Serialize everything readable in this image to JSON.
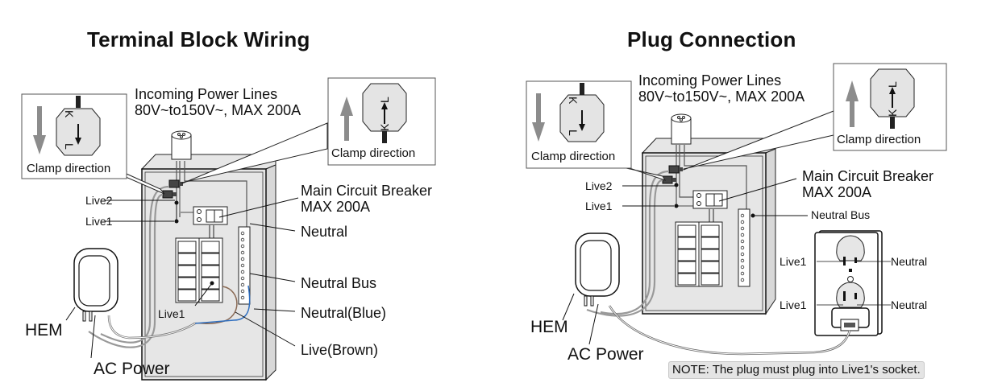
{
  "panels": {
    "terminal": {
      "title": "Terminal Block Wiring",
      "incoming_line1": "Incoming Power Lines",
      "incoming_line2": "80V~to150V~,  MAX 200A",
      "clamp_left_label": "Clamp direction",
      "clamp_right_label": "Clamp direction",
      "live2": "Live2",
      "live1": "Live1",
      "breaker_line1": "Main Circuit Breaker",
      "breaker_line2": "MAX 200A",
      "neutral": "Neutral",
      "neutral_bus": "Neutral Bus",
      "neutral_blue": "Neutral(Blue)",
      "live_brown": "Live(Brown)",
      "live1_inner": "Live1",
      "hem": "HEM",
      "ac_power": "AC Power"
    },
    "plug": {
      "title": "Plug Connection",
      "incoming_line1": "Incoming Power Lines",
      "incoming_line2": "80V~to150V~,  MAX 200A",
      "clamp_left_label": "Clamp direction",
      "clamp_right_label": "Clamp direction",
      "live2": "Live2",
      "live1": "Live1",
      "breaker_line1": "Main Circuit Breaker",
      "breaker_line2": "MAX 200A",
      "neutral_bus": "Neutral Bus",
      "outlet_top_live": "Live1",
      "outlet_top_neutral": "Neutral",
      "outlet_bottom_live": "Live1",
      "outlet_bottom_neutral": "Neutral",
      "hem": "HEM",
      "ac_power": "AC Power",
      "note": "NOTE: The plug must plug into Live1's socket."
    }
  },
  "clamp_glyph": {
    "top_letter": "K",
    "bottom_letter": "L"
  },
  "colors": {
    "panel_fill": "#e6e6e6",
    "wire_gray": "#9a9a9a",
    "neutral_blue": "#2f6fc0",
    "live_brown": "#8a6a55",
    "arrow_gray": "#8c8c8c",
    "note_bg": "#e4e4e4"
  }
}
